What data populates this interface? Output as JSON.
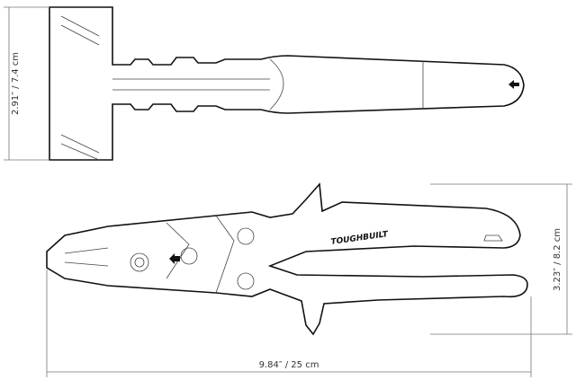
{
  "dimensions": {
    "width_top": "2.91″  /  7.4 cm",
    "height_side": "3.23″  /  8.2 cm",
    "length": "9.84″  /  25 cm"
  },
  "brand": "TOUGHBUILT"
}
